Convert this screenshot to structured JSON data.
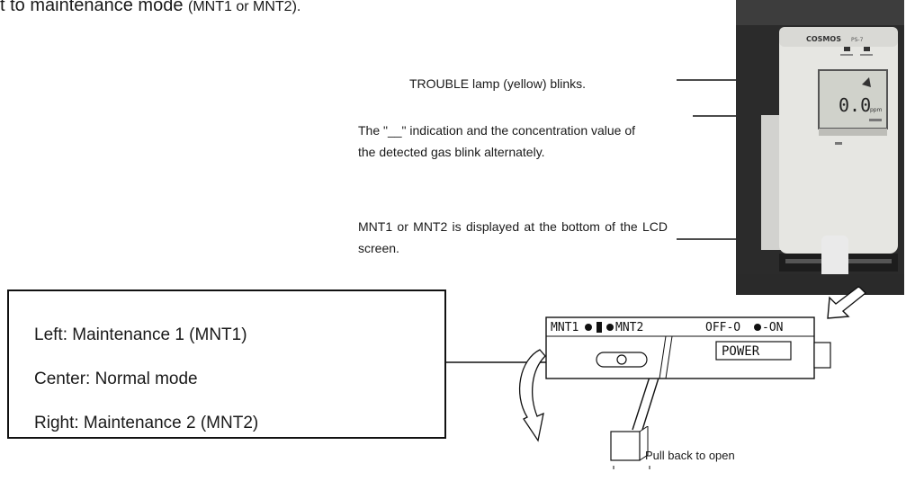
{
  "heading": {
    "text": "t to maintenance mode ",
    "suffix": "(MNT1 or MNT2)."
  },
  "callouts": {
    "trouble": "TROUBLE lamp (yellow) blinks.",
    "blink": "The \"__\" indication and the concentration value of the detected gas blink alternately.",
    "mnt_display": "MNT1 or MNT2 is displayed at the bottom of the LCD screen."
  },
  "mode_box": {
    "left": "Left: Maintenance 1 (MNT1)",
    "center": "Center: Normal mode",
    "right": "Right: Maintenance 2 (MNT2)"
  },
  "photo": {
    "brand": "COSMOS",
    "model": "PS-7",
    "lcd_value": "0.0",
    "lcd_unit": "ppm"
  },
  "panel": {
    "mnt1_label": "MNT1",
    "mnt2_label": "MNT2",
    "off_label": "OFF-O",
    "on_label": "-ON",
    "power_label": "POWER"
  },
  "pull_caption": "Pull back to open",
  "colors": {
    "ink": "#1a1a1a",
    "photo_bg": "#2a2a2a",
    "device_body": "#e6e6e2",
    "lcd_bg": "#c9cbc4"
  }
}
